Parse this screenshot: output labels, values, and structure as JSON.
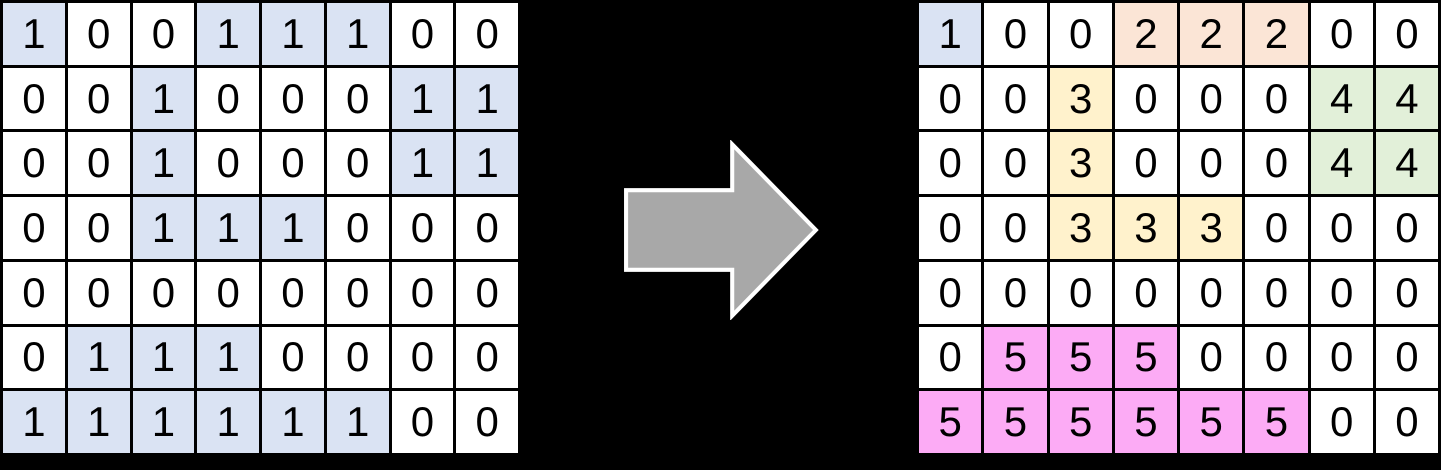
{
  "background_color": "#000000",
  "grids": [
    {
      "name": "input-binary-grid",
      "rows": [
        [
          1,
          0,
          0,
          1,
          1,
          1,
          0,
          0
        ],
        [
          0,
          0,
          1,
          0,
          0,
          0,
          1,
          1
        ],
        [
          0,
          0,
          1,
          0,
          0,
          0,
          1,
          1
        ],
        [
          0,
          0,
          1,
          1,
          1,
          0,
          0,
          0
        ],
        [
          0,
          0,
          0,
          0,
          0,
          0,
          0,
          0
        ],
        [
          0,
          1,
          1,
          1,
          0,
          0,
          0,
          0
        ],
        [
          1,
          1,
          1,
          1,
          1,
          1,
          0,
          0
        ]
      ],
      "cell_colors": {
        "0": "#ffffff",
        "1": "#dae3f3"
      }
    },
    {
      "name": "labeled-components-grid",
      "rows": [
        [
          1,
          0,
          0,
          2,
          2,
          2,
          0,
          0
        ],
        [
          0,
          0,
          3,
          0,
          0,
          0,
          4,
          4
        ],
        [
          0,
          0,
          3,
          0,
          0,
          0,
          4,
          4
        ],
        [
          0,
          0,
          3,
          3,
          3,
          0,
          0,
          0
        ],
        [
          0,
          0,
          0,
          0,
          0,
          0,
          0,
          0
        ],
        [
          0,
          5,
          5,
          5,
          0,
          0,
          0,
          0
        ],
        [
          5,
          5,
          5,
          5,
          5,
          5,
          0,
          0
        ]
      ],
      "cell_colors": {
        "0": "#ffffff",
        "1": "#dae3f3",
        "2": "#fbe5d6",
        "3": "#fff2cc",
        "4": "#e2f0d9",
        "5": "#fcabf5"
      }
    }
  ],
  "arrow": {
    "direction": "right",
    "fill_color": "#a8a8a8",
    "outline_color": "#ffffff"
  },
  "grid_line_color": "#000000",
  "digit_color": "#000000"
}
